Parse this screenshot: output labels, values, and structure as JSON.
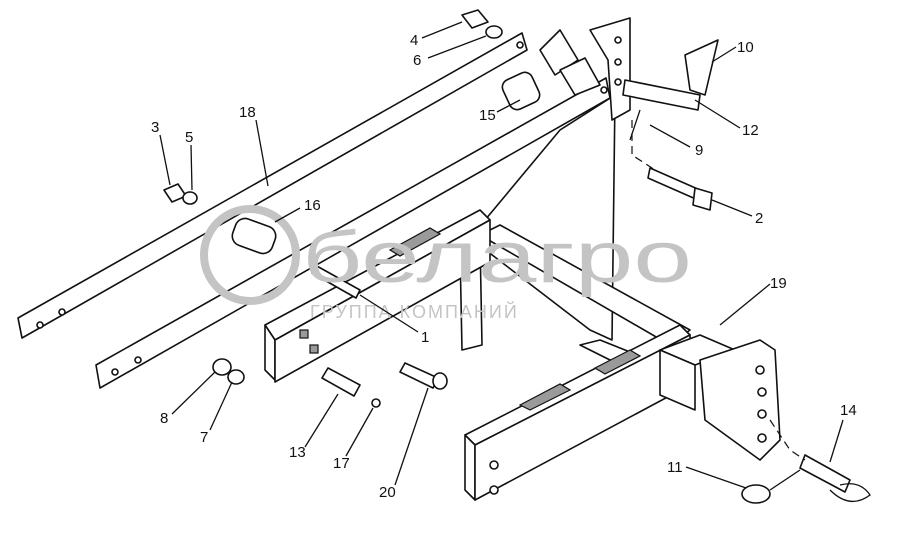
{
  "watermark": {
    "brand": "белагро",
    "subtitle": "ГРУППА КОМПАНИЙ"
  },
  "callouts": [
    {
      "id": "4"
    },
    {
      "id": "6"
    },
    {
      "id": "10"
    },
    {
      "id": "18"
    },
    {
      "id": "15"
    },
    {
      "id": "12"
    },
    {
      "id": "3"
    },
    {
      "id": "5"
    },
    {
      "id": "9"
    },
    {
      "id": "16"
    },
    {
      "id": "2"
    },
    {
      "id": "19"
    },
    {
      "id": "1"
    },
    {
      "id": "8"
    },
    {
      "id": "7"
    },
    {
      "id": "14"
    },
    {
      "id": "13"
    },
    {
      "id": "17"
    },
    {
      "id": "11"
    },
    {
      "id": "20"
    }
  ]
}
